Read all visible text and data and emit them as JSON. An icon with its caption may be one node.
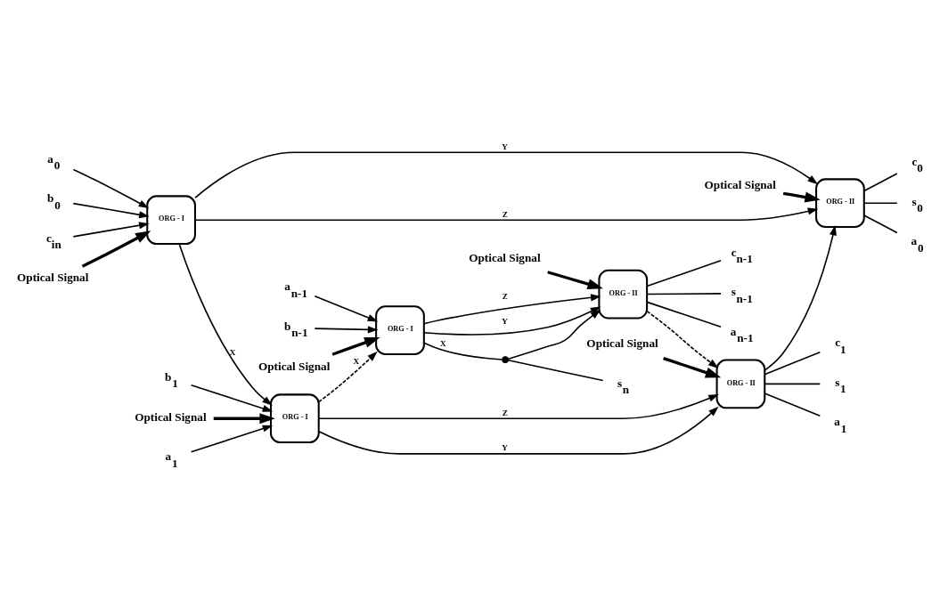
{
  "diagram": {
    "nodes": [
      {
        "text": [
          "a$_{0}$"
        ]
      },
      {
        "text": [
          "b$_{0}$"
        ]
      },
      {
        "text": [
          "c$_{in}$"
        ]
      },
      {
        "text": [
          "Optical Signal"
        ]
      },
      {
        "text": [
          "ORG - I"
        ]
      },
      {
        "text": [
          "a$_{1}$"
        ]
      },
      {
        "text": [
          "b$_{1}$"
        ]
      },
      {
        "text": [
          "Optical Signal"
        ]
      },
      {
        "text": [
          "ORG - I"
        ]
      },
      {
        "text": [
          "a$_{n-1}$"
        ]
      },
      {
        "text": [
          "b$_{n-1}$"
        ]
      },
      {
        "text": [
          "Optical Signal"
        ]
      },
      {
        "text": [
          "ORG - I"
        ]
      },
      {
        "text": [
          "Optical Signal"
        ]
      },
      {
        "text": [
          "ORG - II"
        ]
      },
      {
        "text": [
          "c$_{0}$"
        ]
      },
      {
        "text": [
          "s$_{0}$"
        ]
      },
      {
        "text": [
          "a$_{0}$"
        ]
      },
      {
        "text": [
          "Optical Signal"
        ]
      },
      {
        "text": [
          "ORG - II"
        ]
      },
      {
        "text": [
          "c$_{1}$"
        ]
      },
      {
        "text": [
          "s$_{1}$"
        ]
      },
      {
        "text": [
          "a$_{1}$"
        ]
      },
      {
        "text": [
          "Optical Signal"
        ]
      },
      {
        "text": [
          "ORG - II"
        ]
      },
      {
        "text": [
          "c$_{n-1}$"
        ]
      },
      {
        "text": [
          "s$_{n-1}$"
        ]
      },
      {
        "text": [
          "a$_{n-1}$"
        ]
      },
      {
        "text": [],
        "shape": "circle"
      },
      {
        "text": [
          "s$_{n}$"
        ]
      }
    ],
    "edges": [
      {
        "from": 0,
        "to": 4,
        "arrow": "to"
      },
      {
        "from": 1,
        "to": 4,
        "arrow": "to"
      },
      {
        "from": 2,
        "to": 4,
        "arrow": "to"
      },
      {
        "from": 3,
        "to": 4,
        "arrow": "to",
        "style": "thick"
      },
      {
        "from": 4,
        "to": 14,
        "arrow": "to",
        "label": "Z"
      },
      {
        "from": 4,
        "to": 14,
        "arrow": "to",
        "label": "Y"
      },
      {
        "from": 4,
        "to": 8,
        "arrow": "to",
        "label": "X"
      },
      {
        "from": 5,
        "to": 8,
        "arrow": "to"
      },
      {
        "from": 6,
        "to": 8,
        "arrow": "to"
      },
      {
        "from": 7,
        "to": 8,
        "arrow": "to",
        "style": "thick"
      },
      {
        "from": 8,
        "to": 19,
        "arrow": "to",
        "label": "Z"
      },
      {
        "from": 8,
        "to": 19,
        "arrow": "to",
        "label": "Y"
      },
      {
        "from": 8,
        "to": 12,
        "arrow": "to",
        "label": "X",
        "style": "dashed"
      },
      {
        "from": 9,
        "to": 12,
        "arrow": "to"
      },
      {
        "from": 10,
        "to": 12,
        "arrow": "to"
      },
      {
        "from": 11,
        "to": 12,
        "arrow": "to",
        "style": "thick"
      },
      {
        "from": 12,
        "to": 24,
        "arrow": "to",
        "label": "Z"
      },
      {
        "from": 12,
        "to": 24,
        "arrow": "to",
        "label": "Y"
      },
      {
        "from": 12,
        "to": 28,
        "arrow": "none",
        "label": "X"
      },
      {
        "from": 28,
        "to": 29,
        "arrow": "none"
      },
      {
        "from": 28,
        "to": 24,
        "arrow": "to"
      },
      {
        "from": 13,
        "to": 14,
        "arrow": "to",
        "style": "thick"
      },
      {
        "from": 14,
        "to": 15,
        "arrow": "none"
      },
      {
        "from": 14,
        "to": 16,
        "arrow": "none"
      },
      {
        "from": 14,
        "to": 17,
        "arrow": "none"
      },
      {
        "from": 18,
        "to": 19,
        "arrow": "to",
        "style": "thick"
      },
      {
        "from": 19,
        "to": 20,
        "arrow": "none"
      },
      {
        "from": 19,
        "to": 21,
        "arrow": "none"
      },
      {
        "from": 19,
        "to": 22,
        "arrow": "none"
      },
      {
        "from": 19,
        "to": 14,
        "arrow": "to"
      },
      {
        "from": 23,
        "to": 24,
        "arrow": "to",
        "style": "thick"
      },
      {
        "from": 24,
        "to": 25,
        "arrow": "none"
      },
      {
        "from": 24,
        "to": 26,
        "arrow": "none"
      },
      {
        "from": 24,
        "to": 27,
        "arrow": "none"
      },
      {
        "from": 24,
        "to": 19,
        "arrow": "to",
        "style": "dashed"
      }
    ]
  }
}
